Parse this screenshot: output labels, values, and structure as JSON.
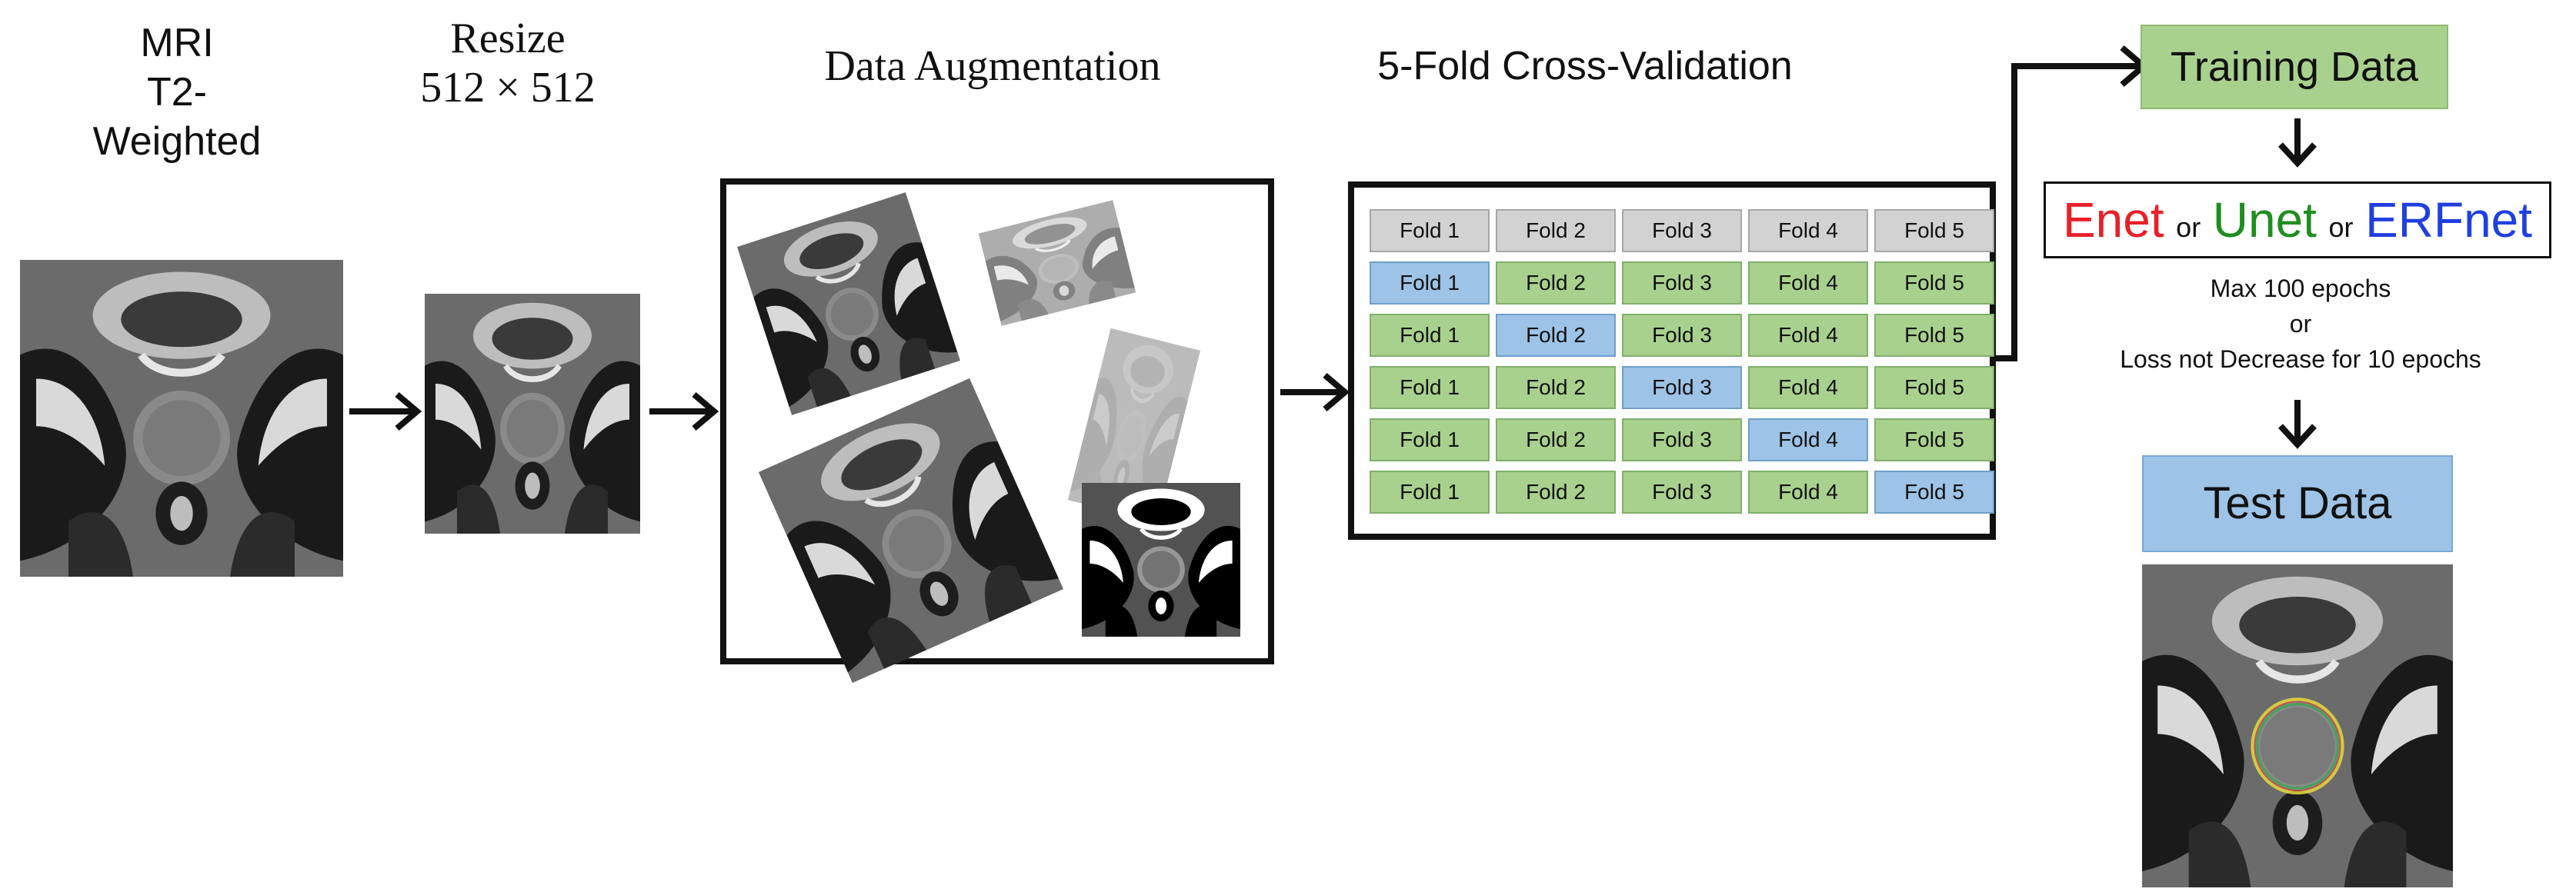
{
  "titles": {
    "mri_line1": "MRI",
    "mri_line2": "T2-Weighted",
    "resize_line1": "Resize",
    "resize_line2": "512 × 512",
    "augmentation": "Data Augmentation",
    "cross_validation": "5-Fold Cross-Validation"
  },
  "folds": {
    "header": [
      "Fold 1",
      "Fold 2",
      "Fold 3",
      "Fold 4",
      "Fold 5"
    ],
    "rows": [
      [
        "Fold 1",
        "Fold 2",
        "Fold 3",
        "Fold 4",
        "Fold 5"
      ],
      [
        "Fold 1",
        "Fold 2",
        "Fold 3",
        "Fold 4",
        "Fold 5"
      ],
      [
        "Fold 1",
        "Fold 2",
        "Fold 3",
        "Fold 4",
        "Fold 5"
      ],
      [
        "Fold 1",
        "Fold 2",
        "Fold 3",
        "Fold 4",
        "Fold 5"
      ],
      [
        "Fold 1",
        "Fold 2",
        "Fold 3",
        "Fold 4",
        "Fold 5"
      ]
    ],
    "validation_fold_per_row": [
      1,
      2,
      3,
      4,
      5
    ],
    "colors": {
      "header": "#d2d2d2",
      "training": "#a9d18e",
      "validation": "#9dc3e6"
    }
  },
  "training_data": "Training Data",
  "models": {
    "enet": "Enet",
    "or1": "or",
    "unet": "Unet",
    "or2": "or",
    "erfnet": "ERFnet"
  },
  "model_colors": {
    "enet": "#e8202a",
    "unet": "#1f8e1f",
    "erfnet": "#1f3fe0"
  },
  "stopping": {
    "line1": "Max 100 epochs",
    "line2": "or",
    "line3": "Loss not Decrease for 10 epochs"
  },
  "test_data": "Test Data"
}
